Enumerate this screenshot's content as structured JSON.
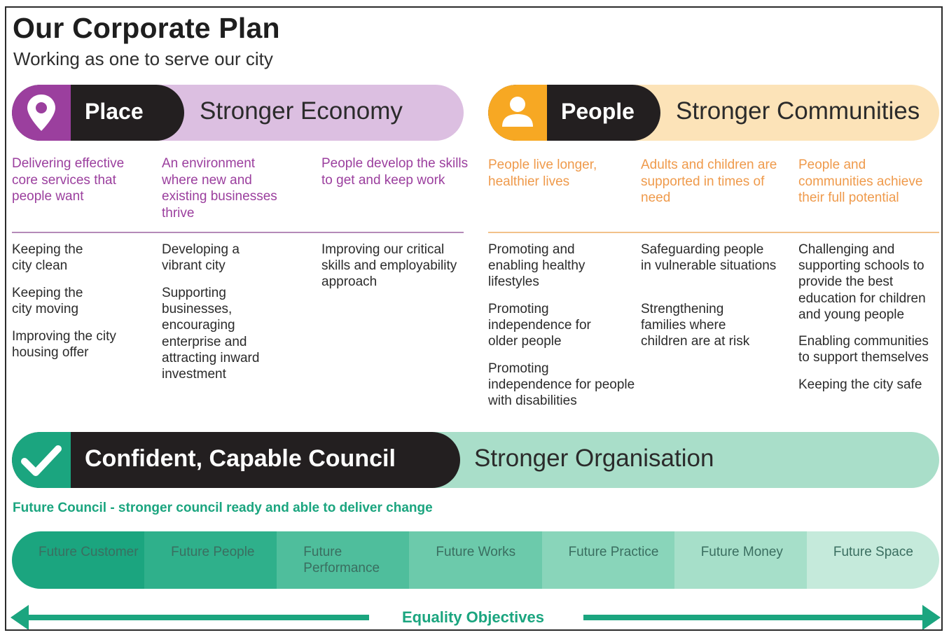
{
  "header": {
    "title": "Our Corporate Plan",
    "subtitle": "Working as one to serve our city"
  },
  "colors": {
    "purple": "#9b3f9e",
    "purple_light": "#dcbfe1",
    "orange": "#f7a823",
    "orange_light": "#fce3b8",
    "green": "#1ba57f",
    "green_light": "#a9dec9",
    "dark": "#231f20"
  },
  "place": {
    "icon": "location-pin-icon",
    "label": "Place",
    "theme": "Stronger Economy",
    "objectives": [
      "Delivering effective core services that people want",
      "An environment where new and existing businesses thrive",
      "People develop the skills to get and keep work"
    ],
    "priorities": [
      [
        "Keeping the city clean",
        "Keeping the city moving",
        "Improving the city housing offer"
      ],
      [
        "Developing a vibrant city",
        "Supporting businesses, encouraging enterprise and attracting inward investment"
      ],
      [
        "Improving our critical skills and employability approach"
      ]
    ]
  },
  "people": {
    "icon": "person-icon",
    "label": "People",
    "theme": "Stronger Communities",
    "objectives": [
      "People live longer, healthier lives",
      "Adults and children are supported in times of need",
      "People and communities achieve their full potential"
    ],
    "priorities": [
      [
        "Promoting and enabling healthy lifestyles",
        "Promoting independence for older people",
        "Promoting independence for people with disabilities"
      ],
      [
        "Safeguarding people in vulnerable situations",
        "Strengthening families where children are at risk"
      ],
      [
        "Challenging and supporting schools to provide the best education for children and young people",
        "Enabling communities to support themselves",
        "Keeping the city safe"
      ]
    ]
  },
  "council": {
    "icon": "checkmark-icon",
    "label": "Confident, Capable Council",
    "theme": "Stronger Organisation",
    "tagline": "Future Council - stronger council ready and able to deliver change",
    "future_items": [
      "Future Customer",
      "Future People",
      "Future Performance",
      "Future Works",
      "Future Practice",
      "Future Money",
      "Future Space"
    ]
  },
  "equality": {
    "label": "Equality Objectives"
  }
}
